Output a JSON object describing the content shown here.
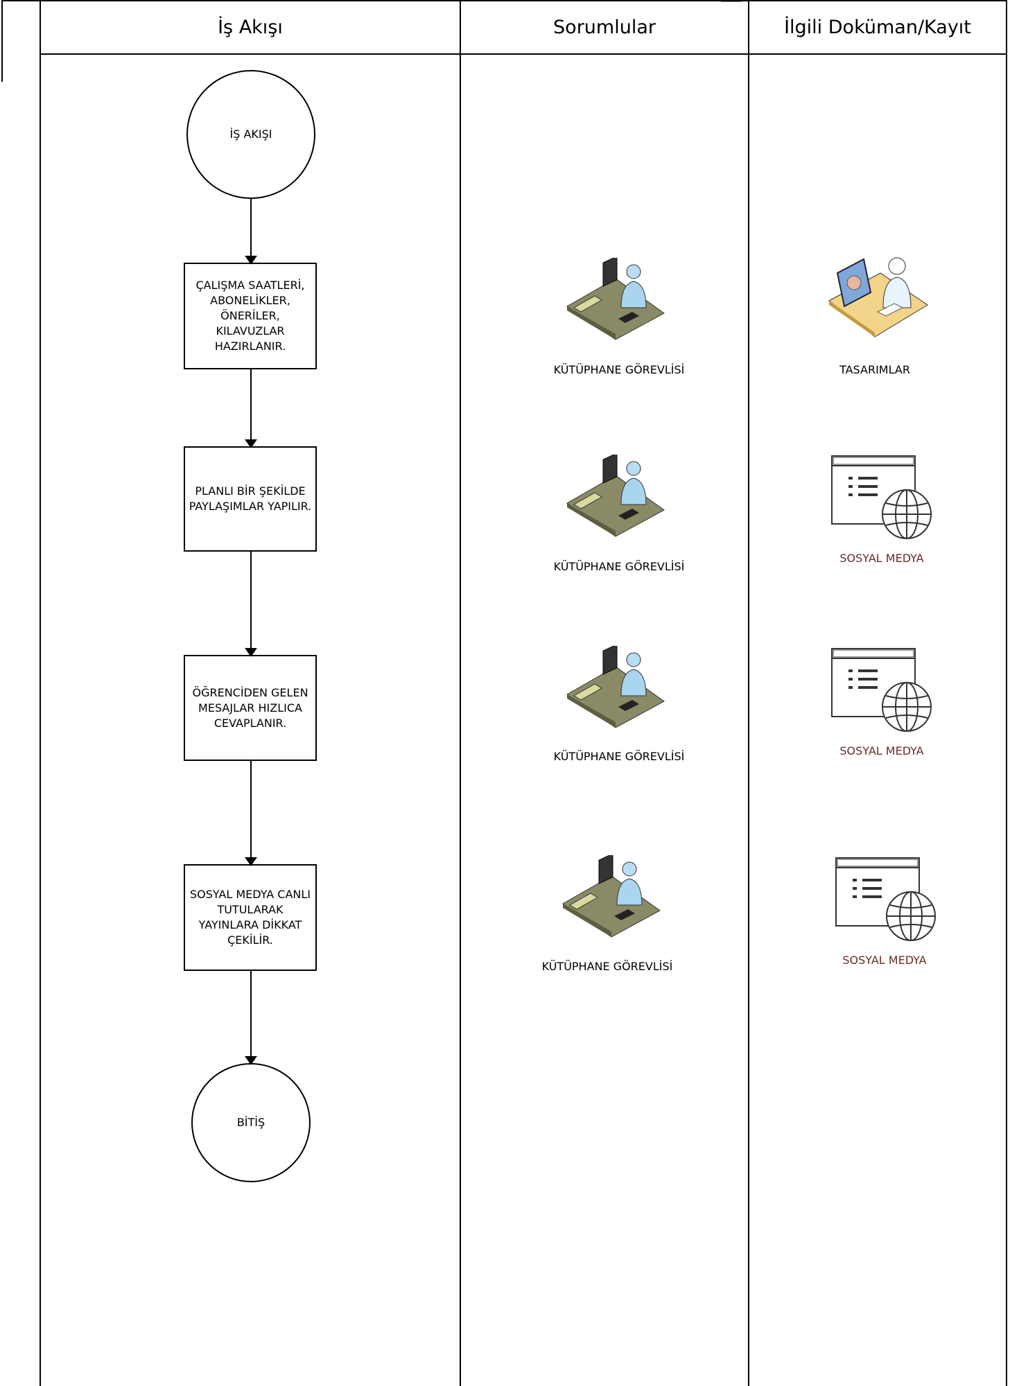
{
  "headers": {
    "flow": "İş Akışı",
    "responsible": "Sorumlular",
    "documents": "İlgili Doküman/Kayıt"
  },
  "flow": {
    "start": "İŞ AKIŞI",
    "steps": [
      "ÇALIŞMA SAATLERİ, ABONELİKLER, ÖNERİLER, KILAVUZLAR HAZIRLANIR.",
      "PLANLI BİR ŞEKİLDE PAYLAŞIMLAR YAPILIR.",
      "ÖĞRENCİDEN GELEN MESAJLAR HIZLICA CEVAPLANIR.",
      "SOSYAL MEDYA CANLI TUTULARAK YAYINLARA DİKKAT ÇEKİLİR."
    ],
    "end": "BİTİŞ"
  },
  "responsible": [
    {
      "label": "KÜTÜPHANE GÖREVLİSİ",
      "icon": "librarian-workstation-icon"
    },
    {
      "label": "KÜTÜPHANE GÖREVLİSİ",
      "icon": "librarian-workstation-icon"
    },
    {
      "label": "KÜTÜPHANE GÖREVLİSİ",
      "icon": "librarian-workstation-icon"
    },
    {
      "label": "KÜTÜPHANE GÖREVLİSİ",
      "icon": "librarian-workstation-icon"
    }
  ],
  "documents": [
    {
      "label": "TASARIMLAR",
      "icon": "designer-workstation-icon"
    },
    {
      "label": "SOSYAL MEDYA",
      "icon": "web-page-globe-icon"
    },
    {
      "label": "SOSYAL MEDYA",
      "icon": "web-page-globe-icon"
    },
    {
      "label": "SOSYAL MEDYA",
      "icon": "web-page-globe-icon"
    }
  ],
  "colors": {
    "line": "#000000",
    "doc_label": "#6a2a2a",
    "person": "#a9d5f0",
    "desk": "#8a8a66"
  }
}
